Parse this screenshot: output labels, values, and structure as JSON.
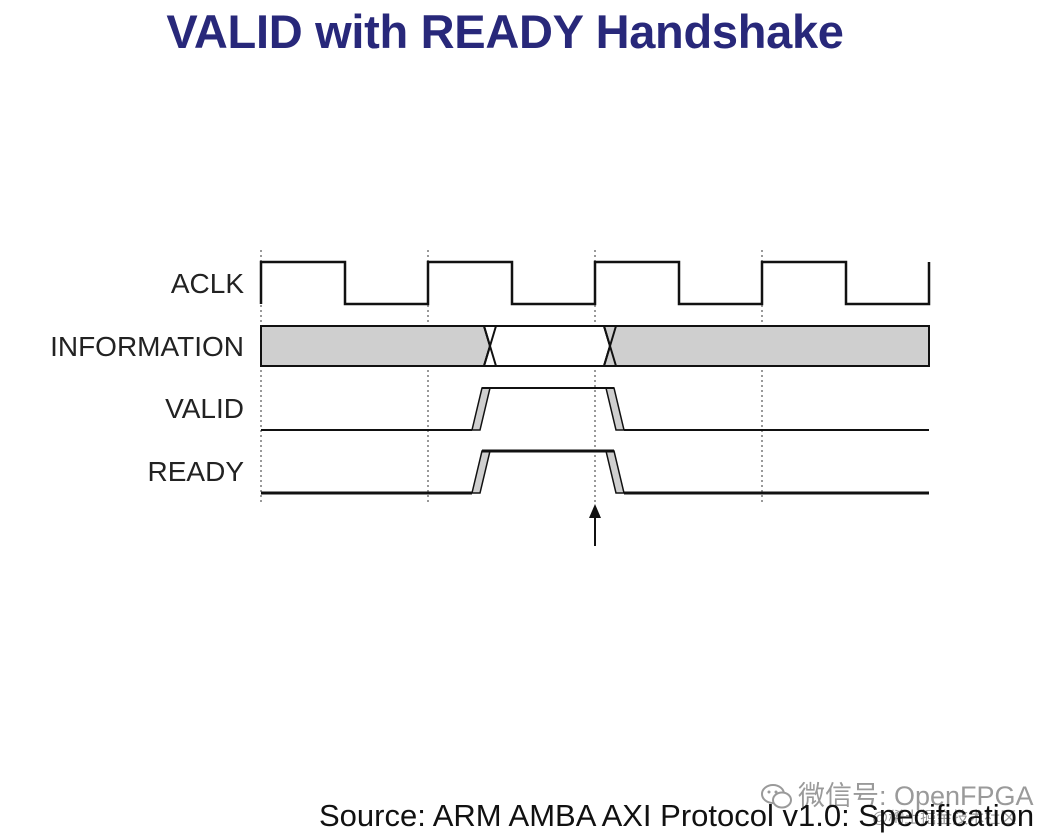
{
  "title": "VALID with READY Handshake",
  "signals": {
    "aclk": "ACLK",
    "information": "INFORMATION",
    "valid": "VALID",
    "ready": "READY"
  },
  "source": "Source: ARM AMBA AXI Protocol v1.0: Specification",
  "watermark": {
    "line1": "微信号: OpenFPGA",
    "line2": "@稀土掘金技术社区"
  },
  "colors": {
    "title": "#28287a",
    "fill_gray": "#cfcfcf",
    "line": "#111111"
  }
}
